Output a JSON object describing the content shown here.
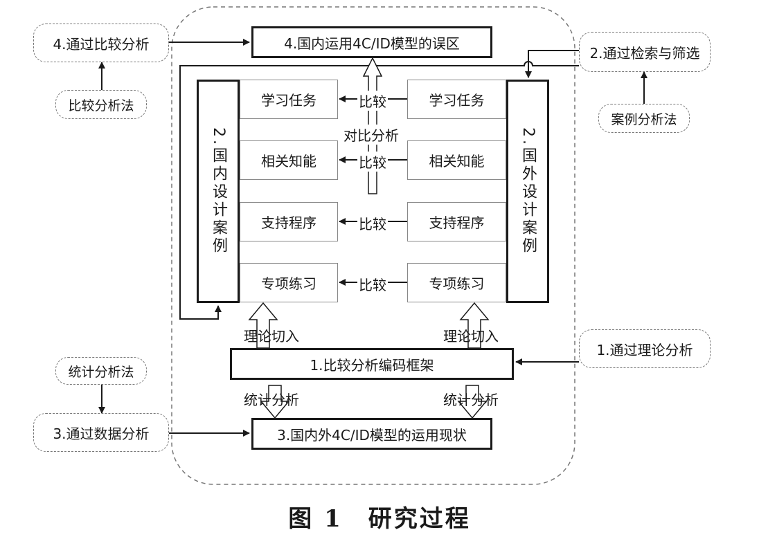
{
  "left_boxes": {
    "compare": "4.通过比较分析",
    "compare_method": "比较分析法",
    "stat_method": "统计分析法",
    "data": "3.通过数据分析"
  },
  "right_boxes": {
    "search": "2.通过检索与筛选",
    "case_method": "案例分析法",
    "theory": "1.通过理论分析"
  },
  "main": {
    "misconception": "4.国内运用4C/ID模型的误区",
    "status": "3.国内外4C/ID模型的运用现状",
    "framework": "1.比较分析编码框架",
    "domestic": "2.国内设计案例",
    "foreign": "2.国外设计案例"
  },
  "components": [
    "学习任务",
    "相关知能",
    "支持程序",
    "专项练习"
  ],
  "compare_label": "比较",
  "contrast_label": "对比分析",
  "theory_entry": "理论切入",
  "stat_analysis": "统计分析",
  "caption": "图 1　研究过程"
}
